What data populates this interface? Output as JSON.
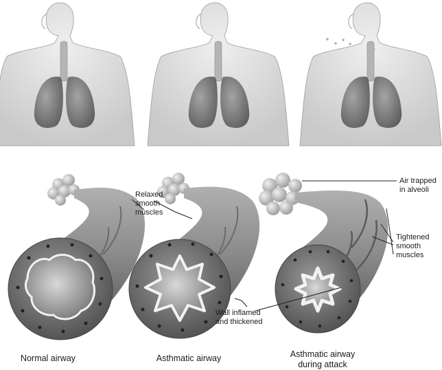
{
  "captions": {
    "normal": "Normal airway",
    "asthmatic": "Asthmatic airway",
    "attack_line1": "Asthmatic airway",
    "attack_line2": "during attack"
  },
  "callouts": {
    "relaxed_line1": "Relaxed",
    "relaxed_line2": "smooth",
    "relaxed_line3": "muscles",
    "trapped_line1": "Air trapped",
    "trapped_line2": "in alveoli",
    "tightened_line1": "Tightened",
    "tightened_line2": "smooth",
    "tightened_line3": "muscles",
    "inflamed_line1": "Wall inflamed",
    "inflamed_line2": "and thickened"
  },
  "colors": {
    "skin": "#dadada",
    "lung": "#8a8a8a",
    "airway": "#8c8c8c",
    "lumen": "#b8b8b8",
    "line": "#222222"
  }
}
